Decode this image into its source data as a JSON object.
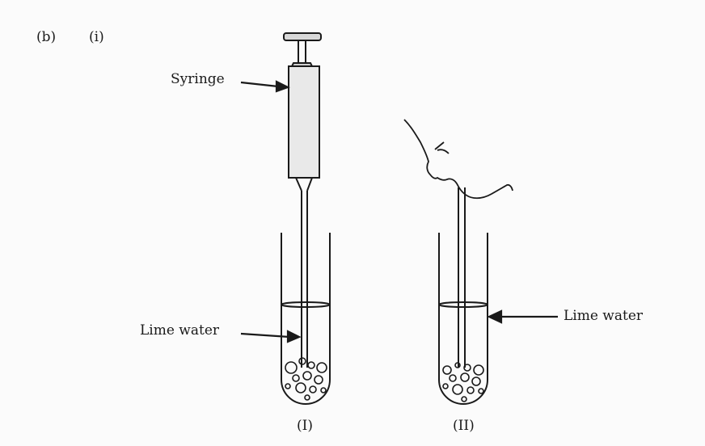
{
  "question": {
    "part": "(b)",
    "subpart": "(i)"
  },
  "labels": {
    "syringe": "Syringe",
    "lime_water_left": "Lime water",
    "lime_water_right": "Lime water",
    "figure_one": "(I)",
    "figure_two": "(II)"
  },
  "colors": {
    "ink": "#1a1a1a",
    "syringe_fill": "#e9e9e9",
    "paper": "#fbfbfb"
  }
}
